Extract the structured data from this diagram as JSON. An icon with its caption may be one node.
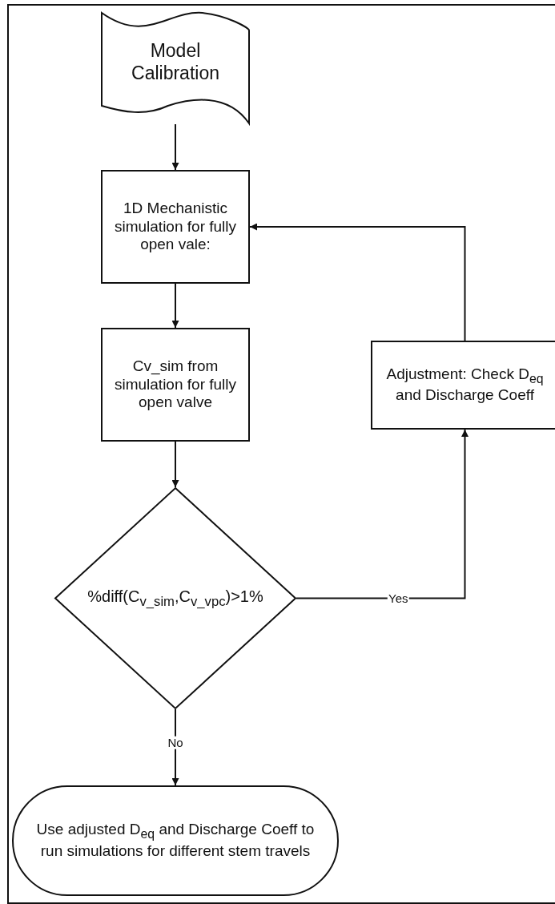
{
  "diagram": {
    "nodes": [
      {
        "text": [
          "Model Calibration"
        ]
      },
      {
        "text": [
          "1D Mechanistic simulation for fully open vale:"
        ]
      },
      {
        "text": [
          "Cv_sim from simulation for fully open valve"
        ]
      },
      {
        "text": [
          "%diff(C$_{v_sim}$,C$_{v_vpc}$)>1%"
        ]
      },
      {
        "text": [
          "Adjustment: Check D$_{eq}$ and Discharge Coeff"
        ]
      },
      {
        "text": [
          "Use adjusted D$_{eq}$ and Discharge Coeff to run simulations for different stem travels"
        ]
      }
    ],
    "edges": [
      {
        "from": 0,
        "to": 1,
        "arrow": "to"
      },
      {
        "from": 1,
        "to": 2,
        "arrow": "to"
      },
      {
        "from": 2,
        "to": 3,
        "arrow": "to"
      },
      {
        "from": 3,
        "to": 4,
        "arrow": "to",
        "label": "Yes"
      },
      {
        "from": 4,
        "to": 1,
        "arrow": "to"
      },
      {
        "from": 3,
        "to": 5,
        "arrow": "to",
        "label": "No"
      }
    ]
  }
}
